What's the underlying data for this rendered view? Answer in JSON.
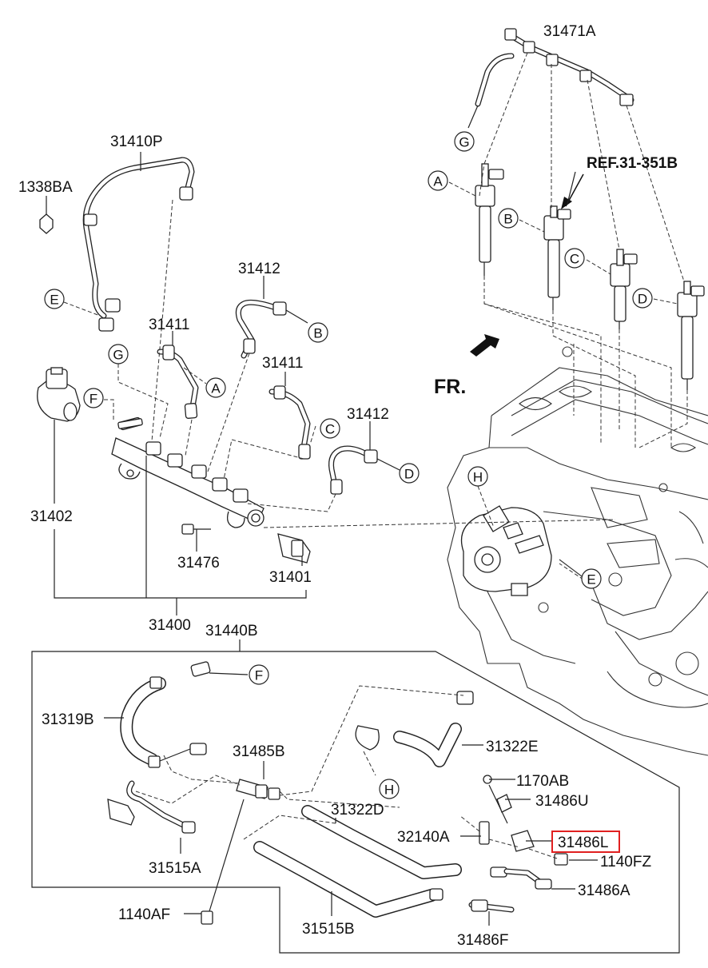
{
  "labels": {
    "p31471A": "31471A",
    "ref": "REF.31-351B",
    "p31410P": "31410P",
    "p1338BA": "1338BA",
    "p31412_top": "31412",
    "p31411_a": "31411",
    "p31411_b": "31411",
    "p31412_b": "31412",
    "fr": "FR.",
    "p31402": "31402",
    "p31476": "31476",
    "p31401": "31401",
    "p31400": "31400",
    "p31440B": "31440B",
    "p31319B": "31319B",
    "p31485B": "31485B",
    "p31322E": "31322E",
    "p1170AB": "1170AB",
    "p31486U": "31486U",
    "p31322D": "31322D",
    "p32140A": "32140A",
    "p31486L": "31486L",
    "p1140FZ": "1140FZ",
    "p31486A": "31486A",
    "p31515A": "31515A",
    "p1140AF": "1140AF",
    "p31515B": "31515B",
    "p31486F": "31486F"
  },
  "callouts": {
    "A": "A",
    "B": "B",
    "C": "C",
    "D": "D",
    "E": "E",
    "F": "F",
    "G": "G",
    "H": "H"
  },
  "highlight_color": "#e02020"
}
